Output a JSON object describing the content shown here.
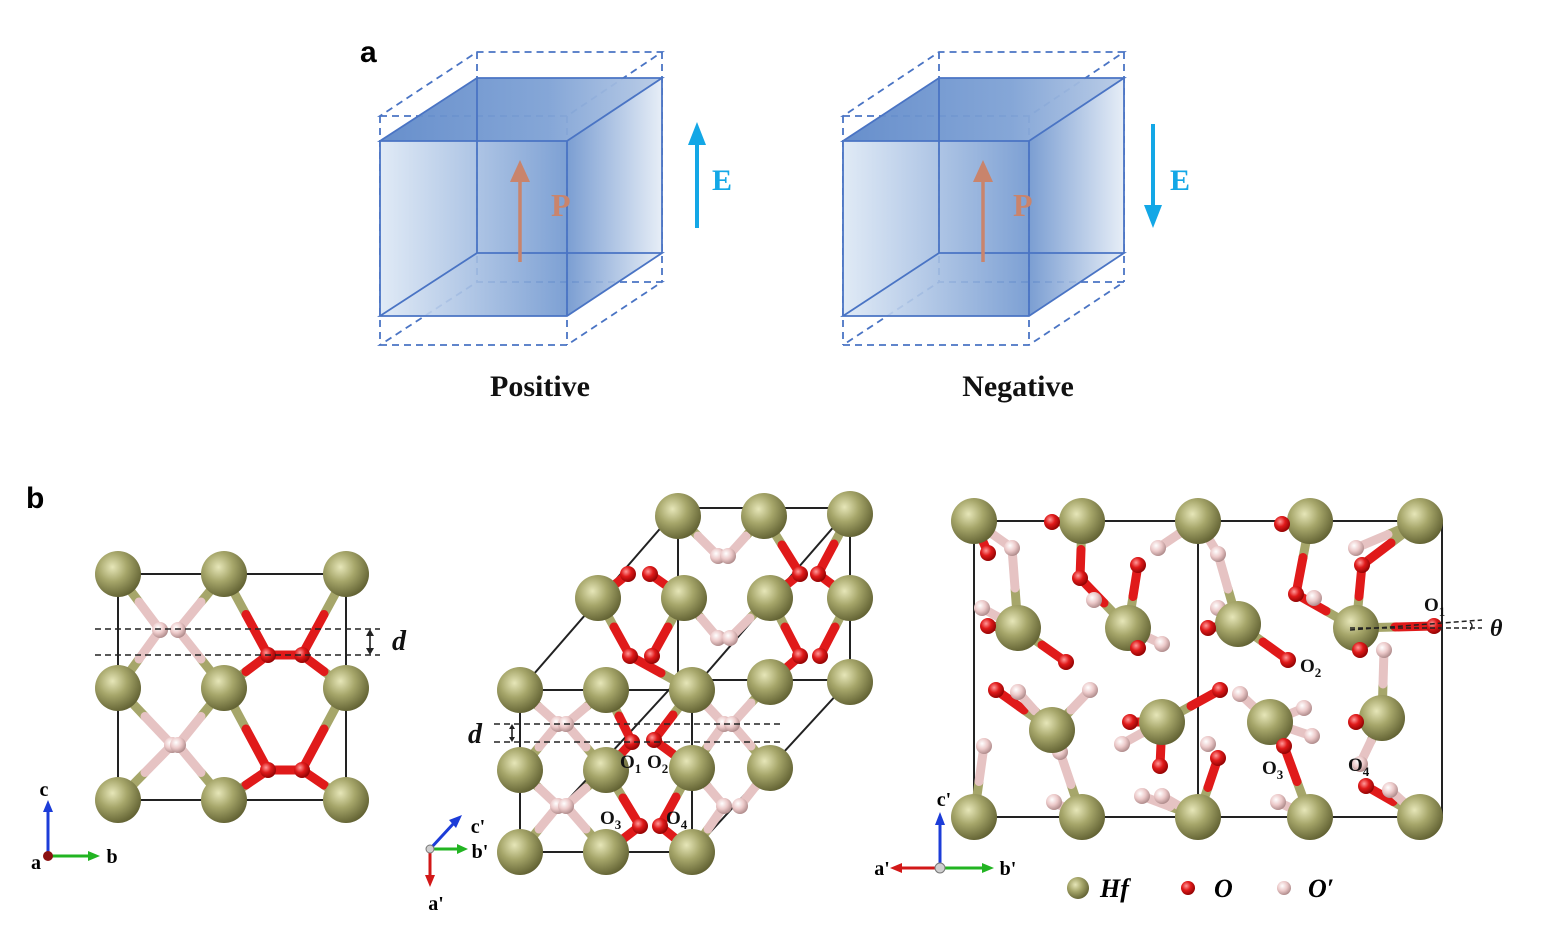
{
  "panel_a": {
    "label": "a",
    "cubes": [
      {
        "caption": "Positive",
        "p_label": "P",
        "e_label": "E",
        "e_direction": "up"
      },
      {
        "caption": "Negative",
        "p_label": "P",
        "e_label": "E",
        "e_direction": "down"
      }
    ]
  },
  "panel_b": {
    "label": "b",
    "view1": {
      "d_label": "d",
      "axes": [
        "c",
        "a",
        "b"
      ]
    },
    "view2": {
      "d_label": "d",
      "axes": [
        "c'",
        "b'",
        "a'"
      ],
      "o_labels": [
        "O",
        "1",
        "O",
        "2",
        "O",
        "3",
        "O",
        "4"
      ]
    },
    "view3": {
      "theta_label": "θ",
      "o_labels": [
        "O",
        "1",
        "O",
        "2",
        "O",
        "3",
        "O",
        "4"
      ],
      "axes": [
        "c'",
        "a'",
        "b'"
      ]
    },
    "legend": [
      "Hf",
      "O",
      "O′"
    ]
  },
  "colors": {
    "hf": "#9b9b5a",
    "o": "#e01a1a",
    "o_prime": "#ecc7c7",
    "cube_fill": "#5b86c8",
    "cube_edge": "#4a74c4",
    "p_arrow": "#c9846c",
    "e_arrow": "#13a7e6",
    "axis_red": "#d21818",
    "axis_green": "#22b422",
    "axis_blue": "#1c3cd8"
  }
}
